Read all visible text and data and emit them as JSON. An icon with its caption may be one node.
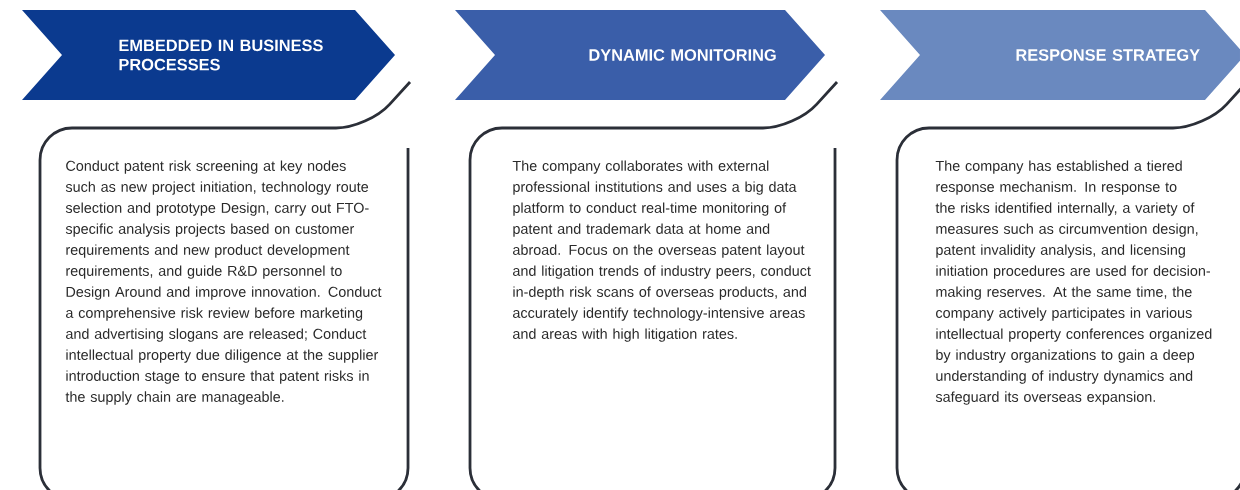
{
  "diagram": {
    "nodes": [
      {
        "text": [
          "EMBEDDED IN BUSINESS PROCESSES"
        ]
      },
      {
        "text": [
          "Conduct patent risk screening at key nodes such as new project initiation, technology route selection and prototype Design, carry out FTO-specific analysis projects based on customer requirements and new product development requirements, and guide R&D personnel to Design Around and improve innovation. Conduct a comprehensive risk review before marketing and advertising slogans are released; Conduct intellectual property due diligence at the supplier introduction stage to ensure that patent risks in the supply chain are manageable."
        ]
      },
      {
        "text": [
          "DYNAMIC MONITORING"
        ]
      },
      {
        "text": [
          "The company collaborates with external professional institutions and uses a big data platform to conduct real-time monitoring of patent and trademark data at home and abroad. Focus on the overseas patent layout and litigation trends of industry peers, conduct in-depth risk scans of overseas products, and accurately identify technology-intensive areas and areas with high litigation rates."
        ]
      },
      {
        "text": [
          "RESPONSE STRATEGY"
        ]
      },
      {
        "text": [
          "The company has established a tiered response mechanism. In response to the risks identified internally, a variety of measures such as circumvention design, patent invalidity analysis, and licensing initiation procedures are used for decision-making reserves. At the same time, the company actively participates in various intellectual property conferences organized by industry organizations to gain a deep understanding of industry dynamics and safeguard its overseas expansion."
        ]
      }
    ]
  }
}
